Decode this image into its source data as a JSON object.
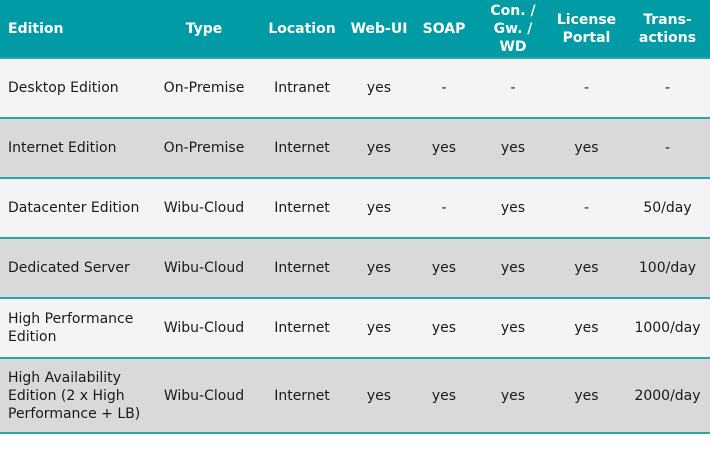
{
  "headers": [
    "Edition",
    "Type",
    "Location",
    "Web-UI",
    "SOAP",
    "Con. / Gw. / WD",
    "License Portal",
    "Trans- actions"
  ],
  "rows": [
    [
      "Desktop Edition",
      "On-Premise",
      "Intranet",
      "yes",
      "-",
      "-",
      "-",
      "-"
    ],
    [
      "Internet Edition",
      "On-Premise",
      "Internet",
      "yes",
      "yes",
      "yes",
      "yes",
      "-"
    ],
    [
      "Datacenter Edition",
      "Wibu-Cloud",
      "Internet",
      "yes",
      "-",
      "yes",
      "-",
      "50/day"
    ],
    [
      "Dedicated Server",
      "Wibu-Cloud",
      "Internet",
      "yes",
      "yes",
      "yes",
      "yes",
      "100/day"
    ],
    [
      "High Performance Edition",
      "Wibu-Cloud",
      "Internet",
      "yes",
      "yes",
      "yes",
      "yes",
      "1000/day"
    ],
    [
      "High Availability Edition (2 x High Performance + LB)",
      "Wibu-Cloud",
      "Internet",
      "yes",
      "yes",
      "yes",
      "yes",
      "2000/day"
    ]
  ]
}
